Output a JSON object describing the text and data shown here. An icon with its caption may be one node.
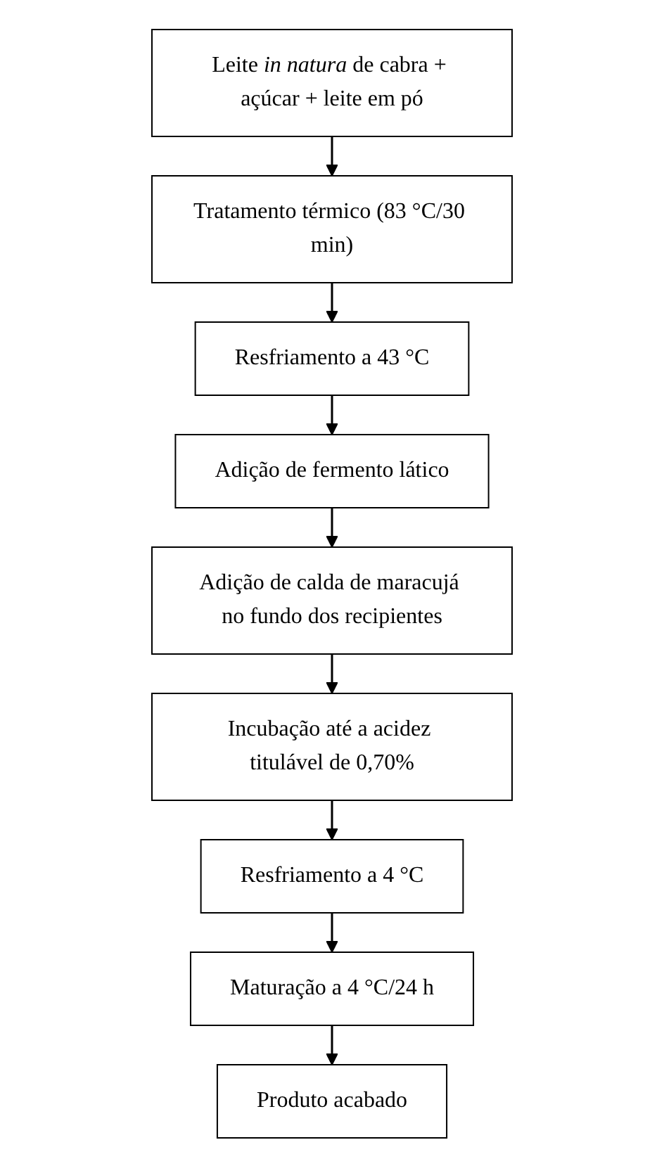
{
  "diagram": {
    "nodes": [
      {
        "text": [
          "Leite *in natura* de cabra + açúcar + leite em pó"
        ]
      },
      {
        "text": [
          "Tratamento térmico (83 °C/30 min)"
        ]
      },
      {
        "text": [
          "Resfriamento a 43 °C"
        ]
      },
      {
        "text": [
          "Adição de fermento lático"
        ]
      },
      {
        "text": [
          "Adição de calda de maracujá no fundo dos recipientes"
        ]
      },
      {
        "text": [
          "Incubação até a acidez titulável de 0,70%"
        ]
      },
      {
        "text": [
          "Resfriamento a 4 °C"
        ]
      },
      {
        "text": [
          "Maturação a 4 °C/24 h"
        ]
      },
      {
        "text": [
          "Produto acabado"
        ]
      }
    ],
    "edges": [
      {
        "from": 0,
        "to": 1,
        "arrow": "to"
      },
      {
        "from": 1,
        "to": 2,
        "arrow": "to"
      },
      {
        "from": 2,
        "to": 3,
        "arrow": "to"
      },
      {
        "from": 3,
        "to": 4,
        "arrow": "to"
      },
      {
        "from": 4,
        "to": 5,
        "arrow": "to"
      },
      {
        "from": 5,
        "to": 6,
        "arrow": "to"
      },
      {
        "from": 6,
        "to": 7,
        "arrow": "to"
      },
      {
        "from": 7,
        "to": 8,
        "arrow": "to"
      }
    ]
  }
}
